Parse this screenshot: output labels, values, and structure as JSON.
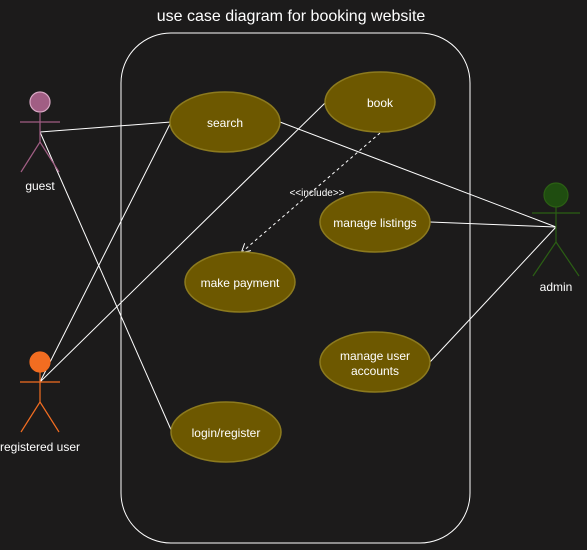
{
  "diagram": {
    "title": "use case diagram for booking website",
    "colors": {
      "background": "#1c1b1b",
      "usecase_fill": "#6d5800",
      "usecase_stroke": "#8c7a1e",
      "line": "#ffffff",
      "guest": "#a15e84",
      "registered_user": "#f26d21",
      "admin": "#2b5f14"
    },
    "use_cases": {
      "search": "search",
      "book": "book",
      "manage_listings": "manage listings",
      "make_payment": "make payment",
      "manage_user_accounts_line1": "manage user",
      "manage_user_accounts_line2": "accounts",
      "login_register": "login/register"
    },
    "actors": {
      "guest": "guest",
      "registered_user": "registered user",
      "admin": "admin"
    },
    "relationships": {
      "include_label": "<<include>>"
    }
  }
}
